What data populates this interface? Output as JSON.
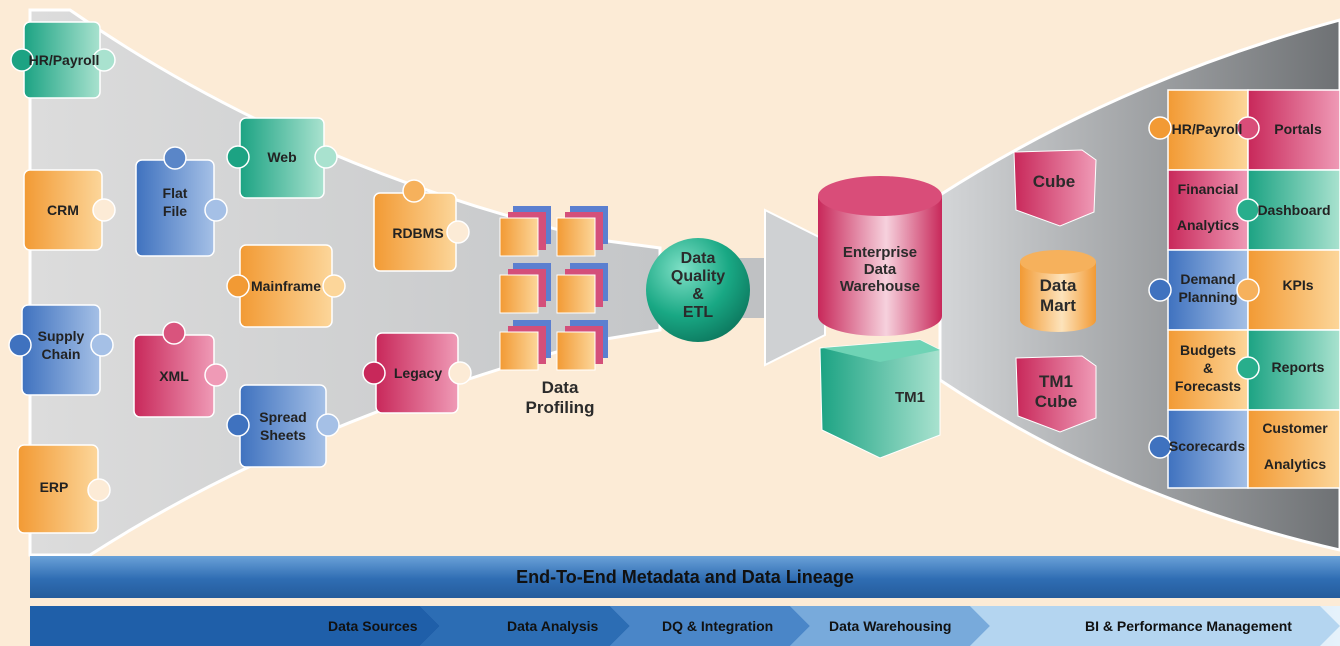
{
  "sources": {
    "hr_payroll": "HR/Payroll",
    "crm": "CRM",
    "supply_chain": "Supply\nChain",
    "erp": "ERP",
    "flat_file": "Flat\nFile",
    "xml": "XML",
    "web": "Web",
    "mainframe": "Mainframe",
    "spread_sheets": "Spread\nSheets",
    "rdbms": "RDBMS",
    "legacy": "Legacy"
  },
  "profiling": {
    "label": "Data\nProfiling"
  },
  "dq_etl": {
    "label": "Data\nQuality\n&\nETL"
  },
  "warehouse": {
    "edw": "Enterprise\nData\nWarehouse",
    "tm1": "TM1"
  },
  "marts": {
    "cube": "Cube",
    "data_mart": "Data\nMart",
    "tm1_cube": "TM1\nCube"
  },
  "bi": {
    "hr_payroll": "HR/Payroll",
    "portals": "Portals",
    "financial_analytics": "Financial\n\nAnalytics",
    "dashboard": "Dashboard",
    "demand_planning": "Demand\nPlanning",
    "kpis": "KPIs",
    "budgets_forecasts": "Budgets\n&\nForecasts",
    "reports": "Reports",
    "scorecards": "Scorecards",
    "customer_analytics": "Customer\n\nAnalytics"
  },
  "metadata_bar": "End-To-End Metadata and Data Lineage",
  "stages": [
    "Data Sources",
    "Data Analysis",
    "DQ & Integration",
    "Data Warehousing",
    "BI & Performance Management"
  ],
  "colors": {
    "orange": "#f5a347",
    "teal": "#2bb594",
    "blue": "#4a7cc4",
    "crimson": "#cf3d69",
    "background": "#fcebd6"
  }
}
